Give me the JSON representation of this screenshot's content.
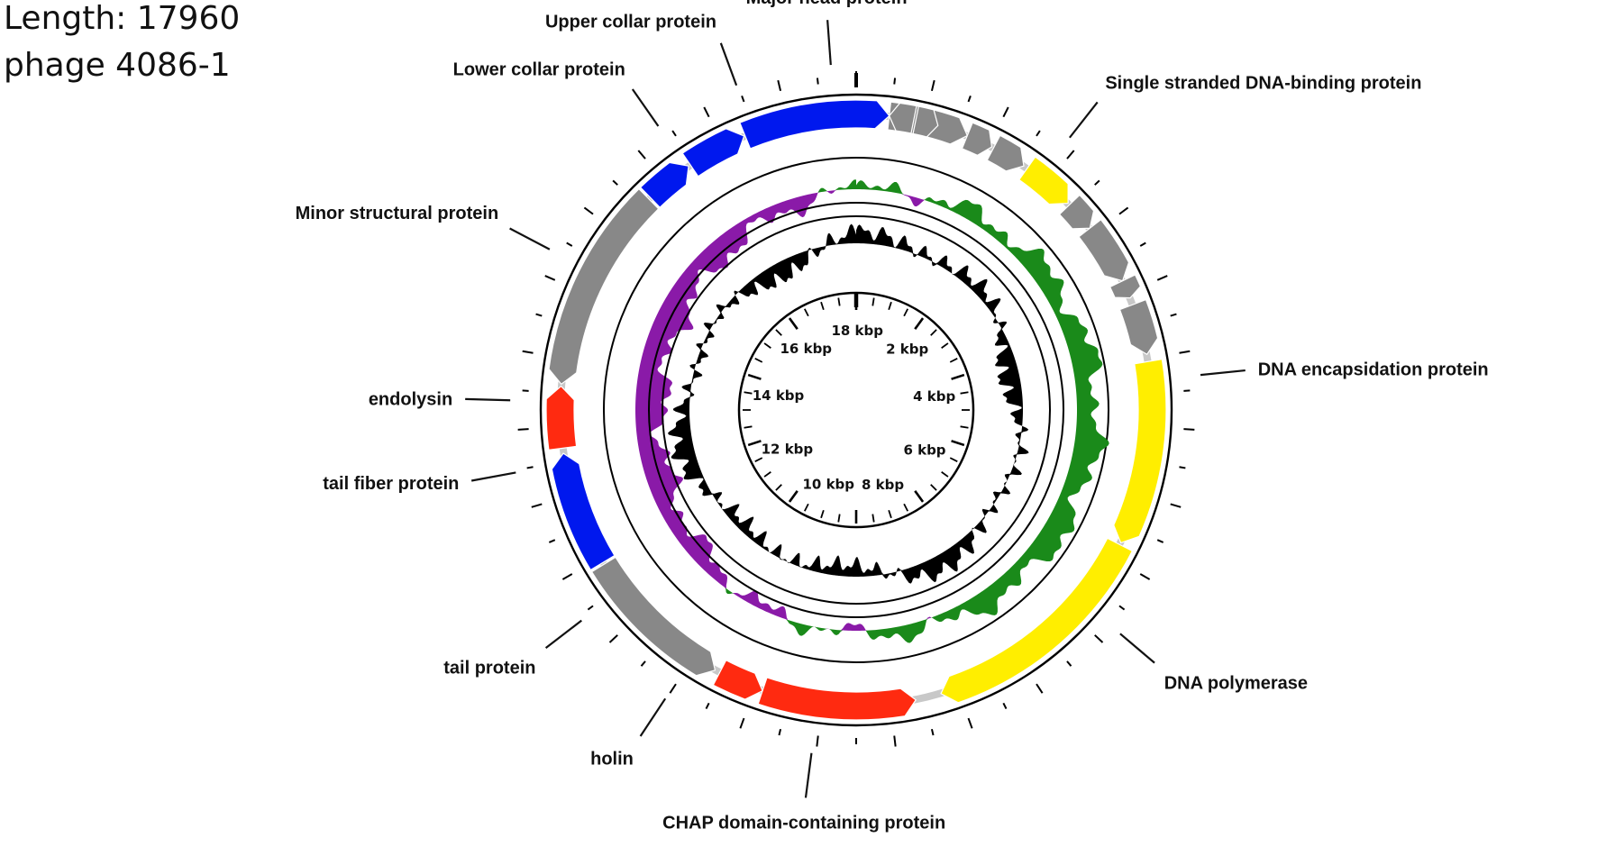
{
  "header": {
    "length_line": "Length: 17960",
    "name_line": "phage 4086-1"
  },
  "genome_length_bp": 17960,
  "colors": {
    "background": "#ffffff",
    "backbone": "#c8c8c8",
    "ring_outline": "#000000",
    "gc_skew_positive": "#1a8a1a",
    "gc_skew_negative": "#8a1aa8",
    "gc_content": "#000000",
    "label_text": "#111111"
  },
  "gene_categories": {
    "hypothetical": "#888888",
    "replication": "#ffee00",
    "lysis": "#ff2a10",
    "structural": "#0018ee"
  },
  "genes": [
    {
      "start": 320,
      "end": 1100,
      "strand": "+",
      "category": "hypothetical"
    },
    {
      "start": 1100,
      "end": 1360,
      "strand": "+",
      "category": "hypothetical"
    },
    {
      "start": 1380,
      "end": 1720,
      "strand": "+",
      "category": "hypothetical"
    },
    {
      "start": 1760,
      "end": 2280,
      "strand": "+",
      "category": "replication"
    },
    {
      "start": 2300,
      "end": 2600,
      "strand": "+",
      "category": "hypothetical"
    },
    {
      "start": 2600,
      "end": 3200,
      "strand": "+",
      "category": "hypothetical"
    },
    {
      "start": 3200,
      "end": 3380,
      "strand": "+",
      "category": "hypothetical"
    },
    {
      "start": 3450,
      "end": 3950,
      "strand": "+",
      "category": "hypothetical"
    },
    {
      "start": 4020,
      "end": 5820,
      "strand": "+",
      "category": "replication"
    },
    {
      "start": 5840,
      "end": 8150,
      "strand": "+",
      "category": "replication"
    },
    {
      "start": 8400,
      "end": 9900,
      "strand": "-",
      "category": "lysis"
    },
    {
      "start": 9900,
      "end": 10350,
      "strand": "-",
      "category": "lysis"
    },
    {
      "start": 10400,
      "end": 11900,
      "strand": "-",
      "category": "hypothetical"
    },
    {
      "start": 11920,
      "end": 13050,
      "strand": "+",
      "category": "structural"
    },
    {
      "start": 13100,
      "end": 13700,
      "strand": "+",
      "category": "lysis"
    },
    {
      "start": 13720,
      "end": 15740,
      "strand": "-",
      "category": "hypothetical"
    },
    {
      "start": 15760,
      "end": 16240,
      "strand": "+",
      "category": "structural"
    },
    {
      "start": 16260,
      "end": 16850,
      "strand": "+",
      "category": "structural"
    },
    {
      "start": 16860,
      "end": 18280,
      "strand": "+",
      "category": "structural"
    },
    {
      "start": 18280,
      "end": 18520,
      "strand": "-",
      "category": "hypothetical"
    },
    {
      "start": 18540,
      "end": 18760,
      "strand": "+",
      "category": "hypothetical"
    }
  ],
  "gene_labels": [
    {
      "text": "Single stranded DNA-binding protein",
      "position": 1900
    },
    {
      "text": "DNA encapsidation protein",
      "position": 4200
    },
    {
      "text": "DNA polymerase",
      "position": 6500
    },
    {
      "text": "CHAP domain-containing protein",
      "position": 9350
    },
    {
      "text": "holin",
      "position": 10650
    },
    {
      "text": "tail protein",
      "position": 11600
    },
    {
      "text": "tail fiber protein",
      "position": 12950
    },
    {
      "text": "endolysin",
      "position": 13550
    },
    {
      "text": "Minor structural protein",
      "position": 14850
    },
    {
      "text": "Lower collar protein",
      "position": 16220
    },
    {
      "text": "Upper collar protein",
      "position": 16950
    },
    {
      "text": "Major head protein",
      "position": 17750
    }
  ],
  "kbp_labels": [
    {
      "text": "2 kbp",
      "position": 2000
    },
    {
      "text": "4 kbp",
      "position": 4000
    },
    {
      "text": "6 kbp",
      "position": 6000
    },
    {
      "text": "8 kbp",
      "position": 8000
    },
    {
      "text": "10 kbp",
      "position": 10000
    },
    {
      "text": "12 kbp",
      "position": 12000
    },
    {
      "text": "14 kbp",
      "position": 14000
    },
    {
      "text": "16 kbp",
      "position": 16000
    },
    {
      "text": "18 kbp",
      "position": 18000
    }
  ]
}
